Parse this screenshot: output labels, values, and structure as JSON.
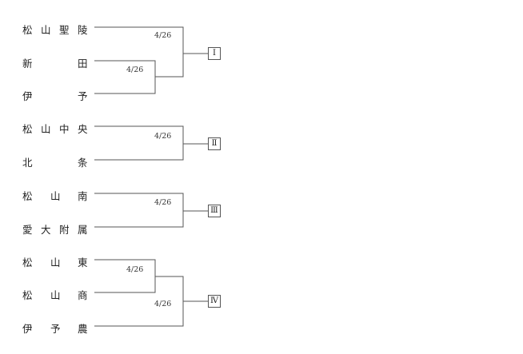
{
  "teams": [
    {
      "id": "t1",
      "chars": [
        "松",
        "山",
        "聖",
        "陵"
      ]
    },
    {
      "id": "t2",
      "chars": [
        "新",
        "田"
      ]
    },
    {
      "id": "t3",
      "chars": [
        "伊",
        "予"
      ]
    },
    {
      "id": "t4",
      "chars": [
        "松",
        "山",
        "中",
        "央"
      ]
    },
    {
      "id": "t5",
      "chars": [
        "北",
        "条"
      ]
    },
    {
      "id": "t6",
      "chars": [
        "松",
        "山",
        "南"
      ]
    },
    {
      "id": "t7",
      "chars": [
        "愛",
        "大",
        "附",
        "属"
      ]
    },
    {
      "id": "t8",
      "chars": [
        "松",
        "山",
        "東"
      ]
    },
    {
      "id": "t9",
      "chars": [
        "松",
        "山",
        "商"
      ]
    },
    {
      "id": "t10",
      "chars": [
        "伊",
        "予",
        "農"
      ]
    }
  ],
  "matches": {
    "g1_round1": "4/26",
    "g1_final": "4/26",
    "g2_final": "4/26",
    "g3_final": "4/26",
    "g4_round1": "4/26",
    "g4_final": "4/26"
  },
  "blocks": [
    "Ⅰ",
    "Ⅱ",
    "Ⅲ",
    "Ⅳ"
  ]
}
